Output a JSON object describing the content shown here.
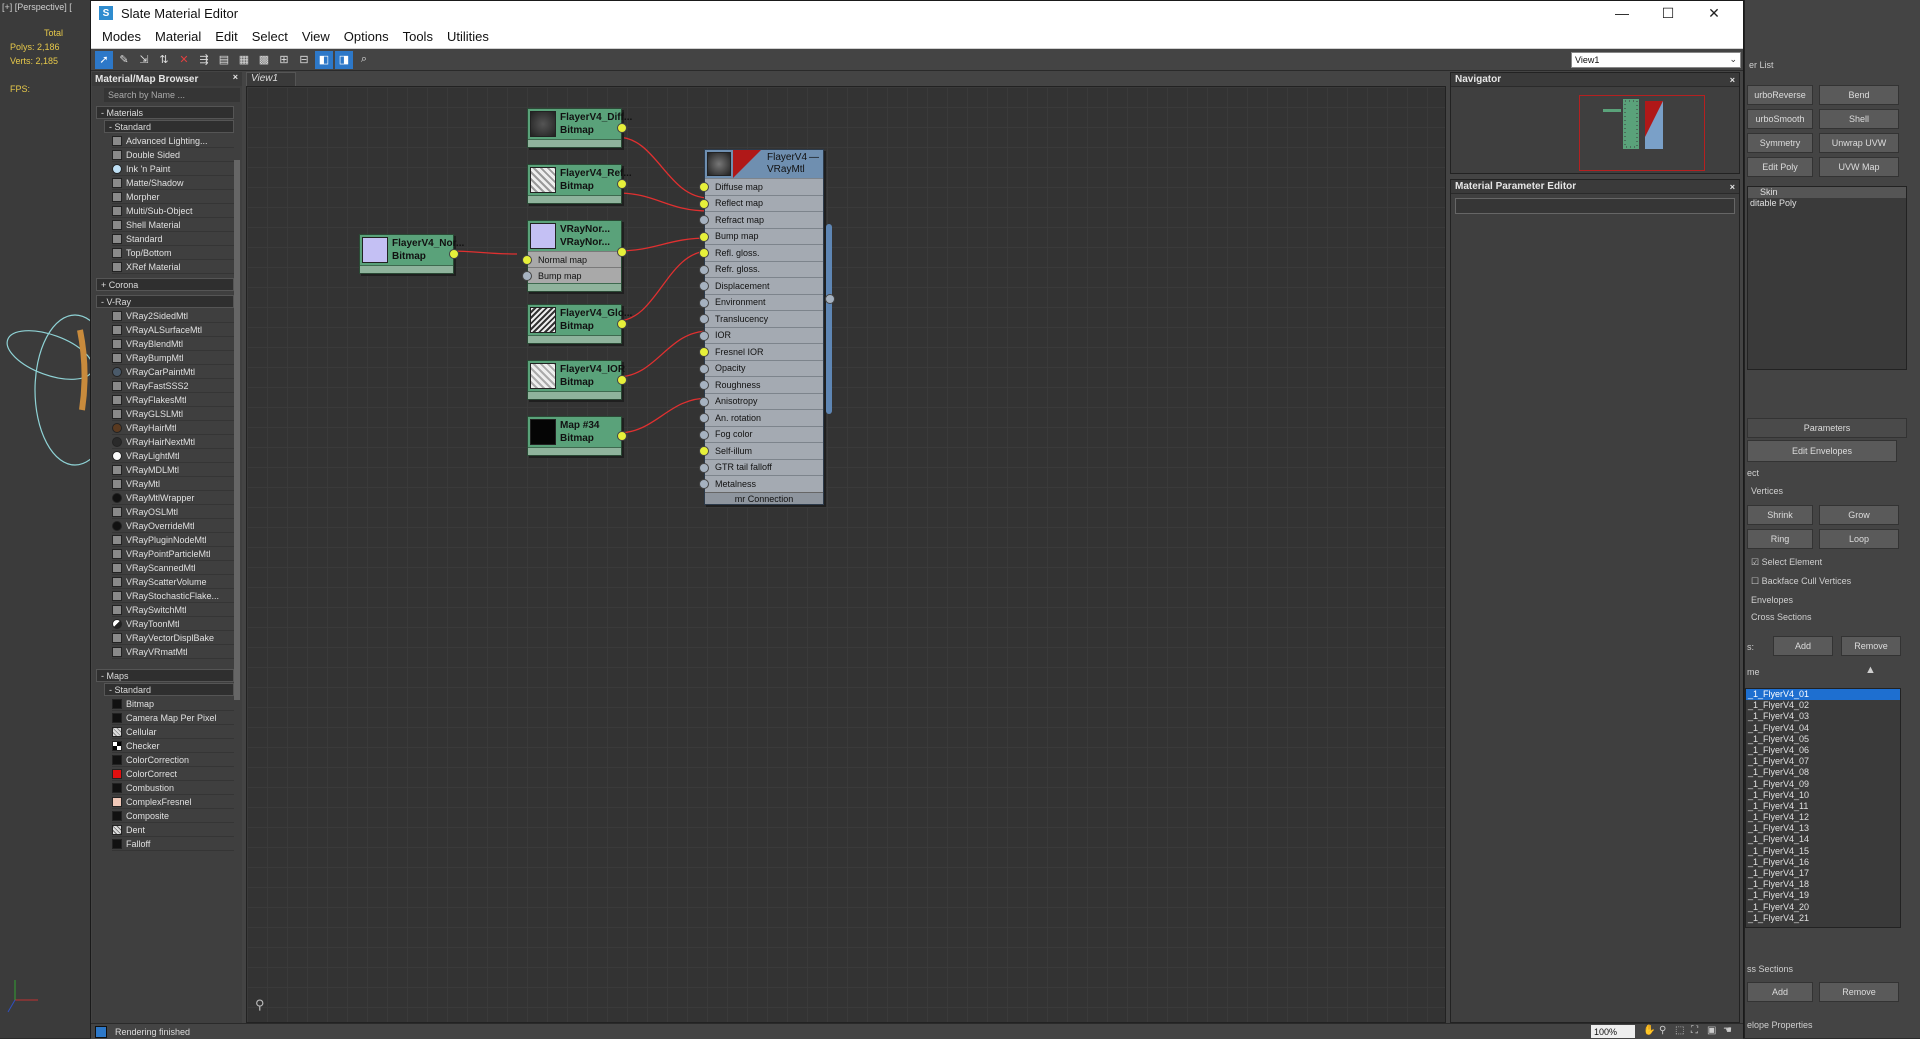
{
  "viewport": {
    "label": "[+] [Perspective] [",
    "total_label": "Total",
    "polys": "Polys:  2,186",
    "verts": "Verts:  2,185",
    "fps": "FPS:"
  },
  "window": {
    "title": "Slate Material Editor"
  },
  "menu": [
    "Modes",
    "Material",
    "Edit",
    "Select",
    "View",
    "Options",
    "Tools",
    "Utilities"
  ],
  "view_select": "View1",
  "browser": {
    "title": "Material/Map Browser",
    "search_placeholder": "Search by Name ...",
    "materials_header": "- Materials",
    "standard_header": "- Standard",
    "standard_items": [
      "Advanced Lighting...",
      "Double Sided",
      "Ink 'n Paint",
      "Matte/Shadow",
      "Morpher",
      "Multi/Sub-Object",
      "Shell Material",
      "Standard",
      "Top/Bottom",
      "XRef Material"
    ],
    "corona_header": "+ Corona",
    "vray_header": "- V-Ray",
    "vray_items": [
      "VRay2SidedMtl",
      "VRayALSurfaceMtl",
      "VRayBlendMtl",
      "VRayBumpMtl",
      "VRayCarPaintMtl",
      "VRayFastSSS2",
      "VRayFlakesMtl",
      "VRayGLSLMtl",
      "VRayHairMtl",
      "VRayHairNextMtl",
      "VRayLightMtl",
      "VRayMDLMtl",
      "VRayMtl",
      "VRayMtlWrapper",
      "VRayOSLMtl",
      "VRayOverrideMtl",
      "VRayPluginNodeMtl",
      "VRayPointParticleMtl",
      "VRayScannedMtl",
      "VRayScatterVolume",
      "VRayStochasticFlake...",
      "VRaySwitchMtl",
      "VRayToonMtl",
      "VRayVectorDisplBake",
      "VRayVRmatMtl"
    ],
    "maps_header": "- Maps",
    "maps_standard_header": "- Standard",
    "map_items": [
      "Bitmap",
      "Camera Map Per Pixel",
      "Cellular",
      "Checker",
      "ColorCorrection",
      "ColorCorrect",
      "Combustion",
      "ComplexFresnel",
      "Composite",
      "Dent",
      "Falloff"
    ]
  },
  "view_tab": "View1",
  "nodes": [
    {
      "name": "FlayerV4_Diff...",
      "type": "Bitmap"
    },
    {
      "name": "FlayerV4_Ref...",
      "type": "Bitmap"
    },
    {
      "name": "VRayNor...",
      "type": "VRayNor...",
      "slots": [
        "Normal map",
        "Bump map"
      ]
    },
    {
      "name": "FlayerV4_Nor...",
      "type": "Bitmap"
    },
    {
      "name": "FlayerV4_Glo...",
      "type": "Bitmap"
    },
    {
      "name": "FlayerV4_IOR",
      "type": "Bitmap"
    },
    {
      "name": "Map #34",
      "type": "Bitmap"
    }
  ],
  "vray_node": {
    "name": "FlayerV4",
    "type": "VRayMtl",
    "slots": [
      "Diffuse map",
      "Reflect map",
      "Refract map",
      "Bump map",
      "Refl. gloss.",
      "Refr. gloss.",
      "Displacement",
      "Environment",
      "Translucency",
      "IOR",
      "Fresnel IOR",
      "Opacity",
      "Roughness",
      "Anisotropy",
      "An. rotation",
      "Fog color",
      "Self-illum",
      "GTR tail falloff",
      "Metalness"
    ],
    "footer": "mr Connection"
  },
  "navigator": {
    "title": "Navigator"
  },
  "param_editor": {
    "title": "Material Parameter Editor"
  },
  "status": {
    "text": "Rendering finished",
    "zoom": "100%"
  },
  "command_panel": {
    "modifier_list": "er List",
    "buttons": [
      "urboReverse",
      "Bend",
      "urboSmooth",
      "Shell",
      "Symmetry",
      "Unwrap UVW",
      "Edit Poly",
      "UVW Map"
    ],
    "stack": [
      "Skin",
      "ditable Poly"
    ],
    "parameters": "Parameters",
    "edit_envelopes": "Edit Envelopes",
    "select_label": "ect",
    "vertices": "Vertices",
    "shrink": "Shrink",
    "grow": "Grow",
    "ring": "Ring",
    "loop": "Loop",
    "select_element": "Select Element",
    "backface": "Backface Cull Vertices",
    "envelopes": "Envelopes",
    "cross_sections": "Cross Sections",
    "bones_label": "s:",
    "add": "Add",
    "remove": "Remove",
    "name_label": "me",
    "bones": [
      "_1_FlyerV4_01",
      "_1_FlyerV4_02",
      "_1_FlyerV4_03",
      "_1_FlyerV4_04",
      "_1_FlyerV4_05",
      "_1_FlyerV4_06",
      "_1_FlyerV4_07",
      "_1_FlyerV4_08",
      "_1_FlyerV4_09",
      "_1_FlyerV4_10",
      "_1_FlyerV4_11",
      "_1_FlyerV4_12",
      "_1_FlyerV4_13",
      "_1_FlyerV4_14",
      "_1_FlyerV4_15",
      "_1_FlyerV4_16",
      "_1_FlyerV4_17",
      "_1_FlyerV4_18",
      "_1_FlyerV4_19",
      "_1_FlyerV4_20",
      "_1_FlyerV4_21"
    ],
    "ss_sections": "ss Sections",
    "add2": "Add",
    "remove2": "Remove",
    "envelope_props": "elope Properties"
  }
}
